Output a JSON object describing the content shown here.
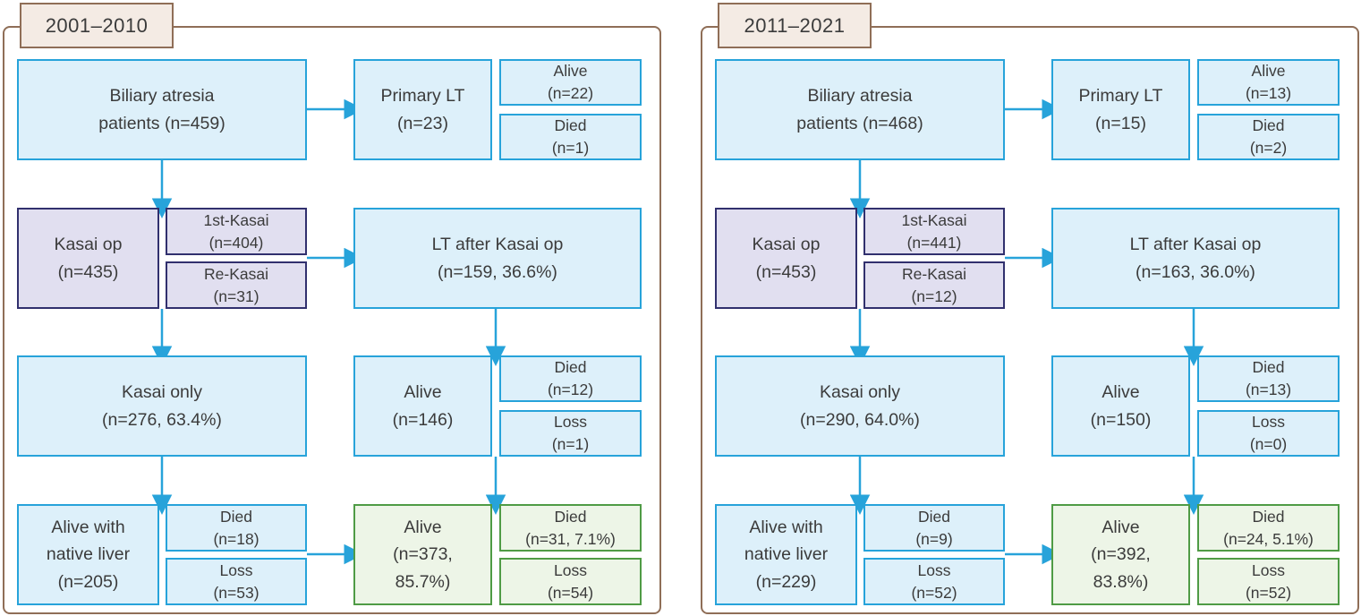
{
  "figure": {
    "description_note": "Flow diagram of biliary atresia patient outcomes across two eras"
  },
  "colors": {
    "panel_border": "#8f6e57",
    "title_bg": "#f4ebe4",
    "box_blue_fill": "#ddf0fa",
    "box_blue_border": "#27a3da",
    "box_purple_fill": "#e1dff0",
    "box_purple_border": "#31306e",
    "box_green_fill": "#edf5e7",
    "box_green_border": "#4f9b45",
    "arrow": "#27a3da",
    "text": "#3b3b3b"
  },
  "panels": [
    {
      "title": "2001–2010",
      "boxes": {
        "biliary_atresia": "Biliary atresia\npatients (n=459)",
        "primary_lt": "Primary LT\n(n=23)",
        "primary_lt_alive": "Alive\n(n=22)",
        "primary_lt_died": "Died\n(n=1)",
        "kasai_op": "Kasai op\n(n=435)",
        "first_kasai": "1st-Kasai\n(n=404)",
        "re_kasai": "Re-Kasai\n(n=31)",
        "lt_after_kasai": "LT after Kasai op\n(n=159, 36.6%)",
        "kasai_only": "Kasai only\n(n=276, 63.4%)",
        "lt_alive": "Alive\n(n=146)",
        "lt_alive_died": "Died\n(n=12)",
        "lt_alive_loss": "Loss\n(n=1)",
        "alive_native_liver": "Alive with\nnative liver\n(n=205)",
        "native_died": "Died\n(n=18)",
        "native_loss": "Loss\n(n=53)",
        "overall_alive": "Alive\n(n=373,\n85.7%)",
        "overall_died": "Died\n(n=31, 7.1%)",
        "overall_loss": "Loss\n(n=54)"
      }
    },
    {
      "title": "2011–2021",
      "boxes": {
        "biliary_atresia": "Biliary atresia\npatients (n=468)",
        "primary_lt": "Primary LT\n(n=15)",
        "primary_lt_alive": "Alive\n(n=13)",
        "primary_lt_died": "Died\n(n=2)",
        "kasai_op": "Kasai op\n(n=453)",
        "first_kasai": "1st-Kasai\n(n=441)",
        "re_kasai": "Re-Kasai\n(n=12)",
        "lt_after_kasai": "LT after Kasai op\n(n=163, 36.0%)",
        "kasai_only": "Kasai only\n(n=290, 64.0%)",
        "lt_alive": "Alive\n(n=150)",
        "lt_alive_died": "Died\n(n=13)",
        "lt_alive_loss": "Loss\n(n=0)",
        "alive_native_liver": "Alive with\nnative liver\n(n=229)",
        "native_died": "Died\n(n=9)",
        "native_loss": "Loss\n(n=52)",
        "overall_alive": "Alive\n(n=392,\n83.8%)",
        "overall_died": "Died\n(n=24, 5.1%)",
        "overall_loss": "Loss\n(n=52)"
      }
    }
  ]
}
